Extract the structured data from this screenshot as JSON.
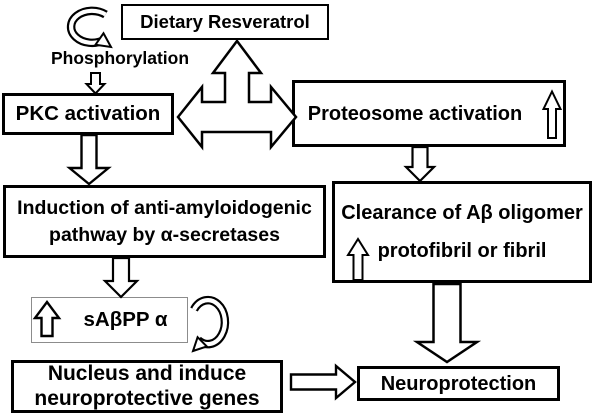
{
  "diagram": {
    "boxes": {
      "dietary": {
        "label": "Dietary Resveratrol"
      },
      "pkc": {
        "label": "PKC activation"
      },
      "proteosome": {
        "label": "Proteosome activation",
        "up_arrow_marker": true
      },
      "induction": {
        "line1": "Induction of anti-amyloidogenic",
        "line2": "pathway by α-secretases"
      },
      "clearance": {
        "line1": "Clearance of Aβ oligomer",
        "line2": "protofibril or fibril",
        "up_arrow_marker": true
      },
      "sabpp": {
        "label": "sAβPP α",
        "up_arrow_marker": true
      },
      "nucleus": {
        "line1": "Nucleus and induce",
        "line2": "neuroprotective genes"
      },
      "neuroprotection": {
        "label": "Neuroprotection"
      }
    },
    "labels": {
      "phosphorylation": "Phosphorylation"
    },
    "arrows": [
      {
        "name": "cycle-arrow-top",
        "type": "curved-cycle",
        "near": "Dietary Resveratrol",
        "meaning": "Phosphorylation step from Dietary Resveratrol to PKC activation"
      },
      {
        "name": "phosphorylation-down-arrow",
        "type": "hollow-down",
        "from": "Phosphorylation",
        "to": "PKC activation"
      },
      {
        "name": "threeway-arrow",
        "type": "hollow-three-way",
        "connects": [
          "Dietary Resveratrol",
          "PKC activation",
          "Proteosome activation"
        ]
      },
      {
        "name": "pkc-to-induction-arrow",
        "type": "hollow-down",
        "from": "PKC activation",
        "to": "Induction of anti-amyloidogenic pathway by α-secretases"
      },
      {
        "name": "proteosome-to-clearance-arrow",
        "type": "hollow-down",
        "from": "Proteosome activation",
        "to": "Clearance of Aβ oligomer protofibril or fibril"
      },
      {
        "name": "induction-to-sabpp-arrow",
        "type": "hollow-down",
        "from": "Induction of anti-amyloidogenic pathway",
        "to": "sAβPP α"
      },
      {
        "name": "cycle-arrow-sabpp",
        "type": "curved-cycle",
        "near": "sAβPP α",
        "meaning": "sAβPP α to Nucleus"
      },
      {
        "name": "clearance-to-neuroprotection-arrow",
        "type": "hollow-down",
        "from": "Clearance of Aβ oligomer protofibril or fibril",
        "to": "Neuroprotection"
      },
      {
        "name": "nucleus-to-neuroprotection-arrow",
        "type": "hollow-right",
        "from": "Nucleus and induce neuroprotective genes",
        "to": "Neuroprotection"
      }
    ],
    "colors": {
      "line": "#000000",
      "background": "#ffffff",
      "sabpp_border": "#8c8c8c"
    }
  }
}
